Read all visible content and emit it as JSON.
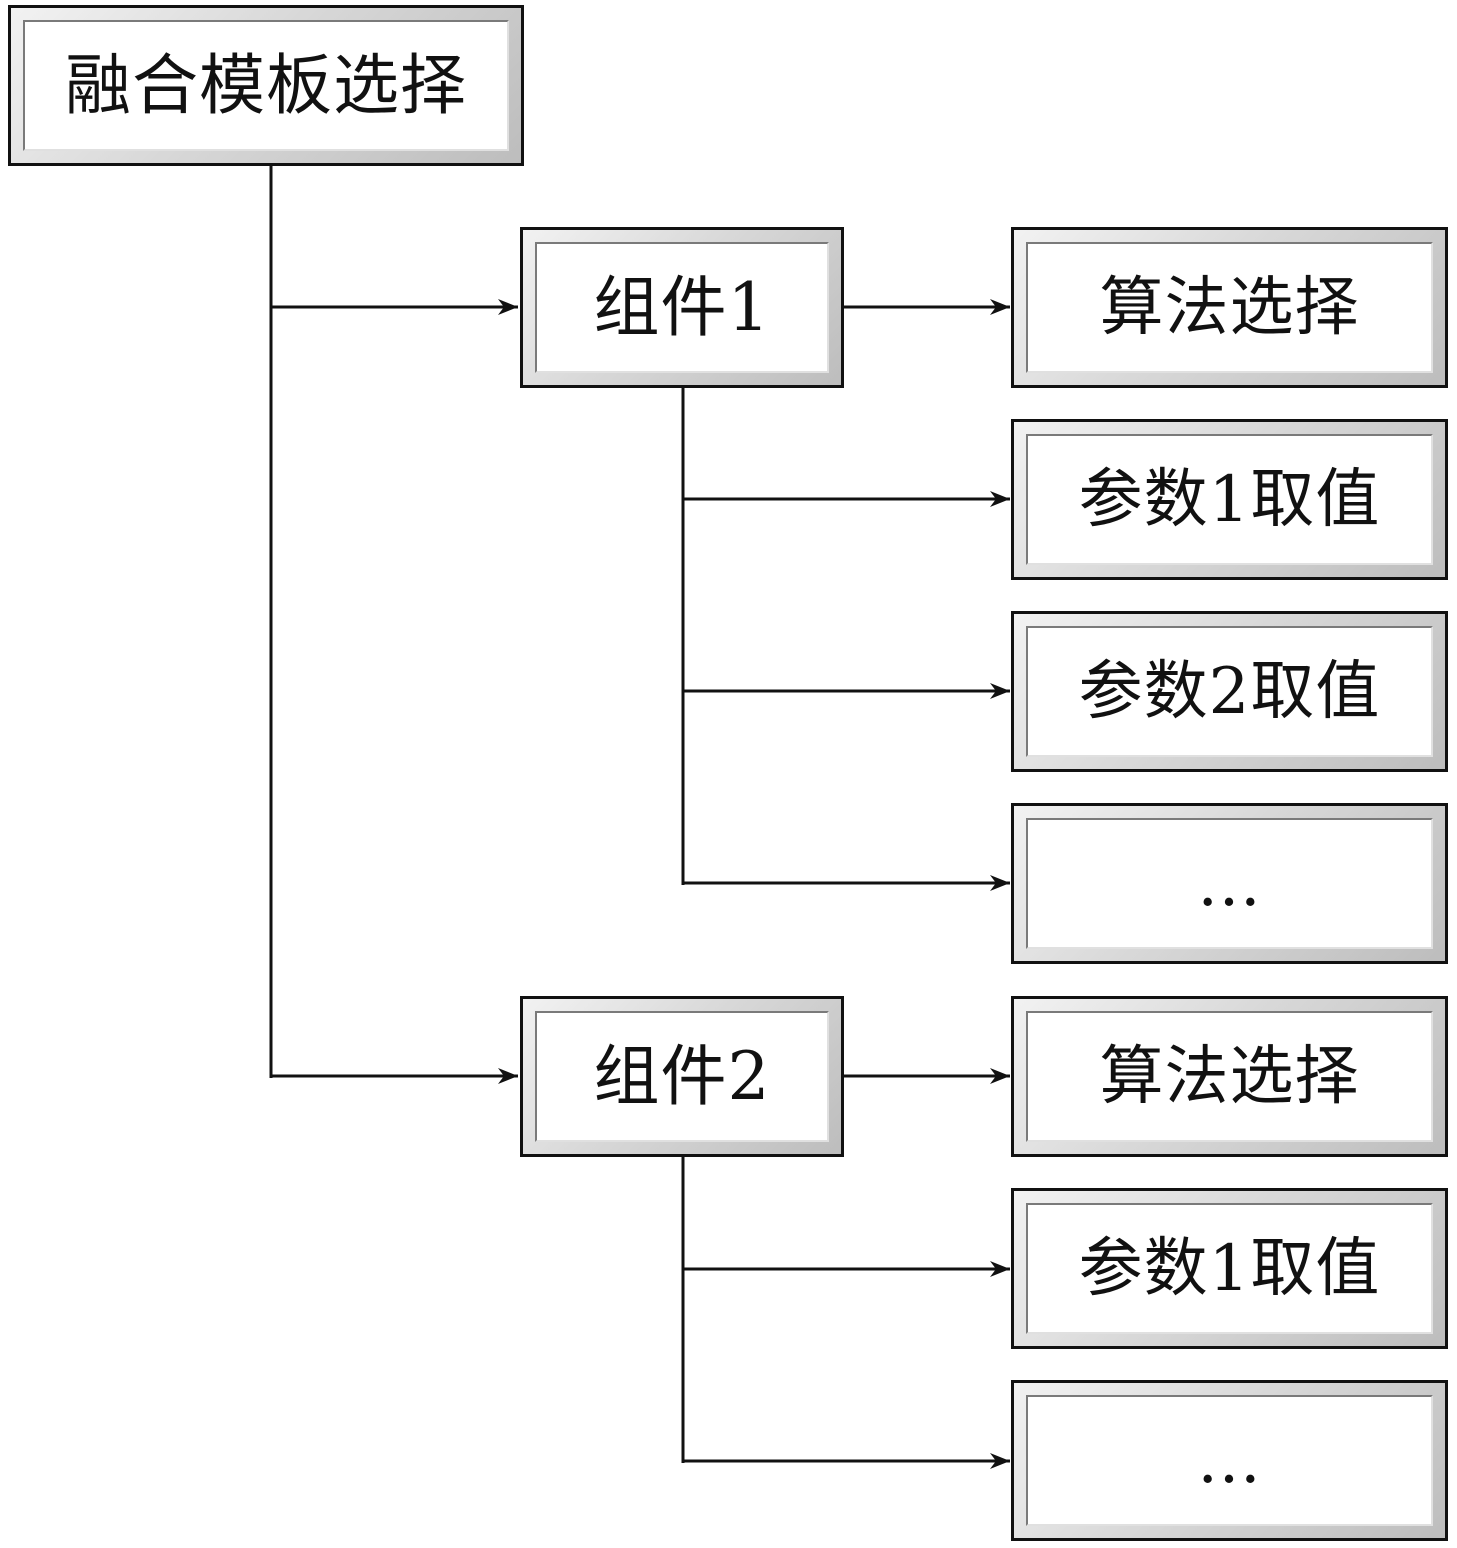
{
  "nodes": {
    "root": {
      "label": "融合模板选择"
    },
    "component1": {
      "label": "组件1"
    },
    "component1_algorithm": {
      "label": "算法选择"
    },
    "component1_param1": {
      "label": "参数1取值"
    },
    "component1_param2": {
      "label": "参数2取值"
    },
    "component1_more": {
      "label": "…"
    },
    "component2": {
      "label": "组件2"
    },
    "component2_algorithm": {
      "label": "算法选择"
    },
    "component2_param1": {
      "label": "参数1取值"
    },
    "component2_more": {
      "label": "…"
    }
  },
  "edges": [
    {
      "from": "root",
      "to": "component1"
    },
    {
      "from": "root",
      "to": "component2"
    },
    {
      "from": "component1",
      "to": "component1_algorithm"
    },
    {
      "from": "component1",
      "to": "component1_param1"
    },
    {
      "from": "component1",
      "to": "component1_param2"
    },
    {
      "from": "component1",
      "to": "component1_more"
    },
    {
      "from": "component2",
      "to": "component2_algorithm"
    },
    {
      "from": "component2",
      "to": "component2_param1"
    },
    {
      "from": "component2",
      "to": "component2_more"
    }
  ],
  "colors": {
    "line": "#111111",
    "box_border": "#111111",
    "box_face": "#ffffff",
    "bevel_light": "#f2f2f2",
    "bevel_dark": "#bdbdbd"
  }
}
